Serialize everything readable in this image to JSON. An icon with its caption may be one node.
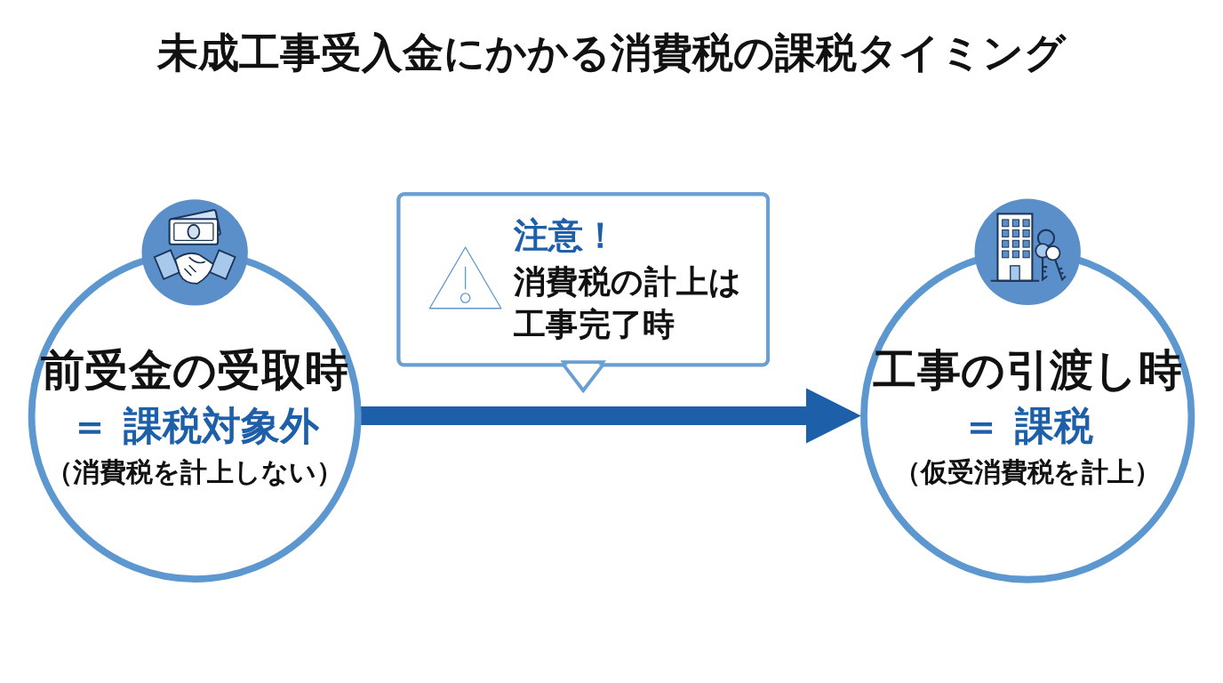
{
  "diagram": {
    "title": "未成工事受入金にかかる消費税の課税タイミング",
    "nodes": [
      {
        "text": [
          "前受金の受取時",
          "＝ 課税対象外",
          "（消費税を計上しない）"
        ]
      },
      {
        "text": [
          "注意！",
          "消費税の計上は工事完了時"
        ]
      },
      {
        "text": [
          "工事の引渡し時",
          "＝ 課税",
          "（仮受消費税を計上）"
        ]
      }
    ],
    "edges": [
      {
        "from": 0,
        "to": 2,
        "arrow": "to"
      }
    ]
  }
}
